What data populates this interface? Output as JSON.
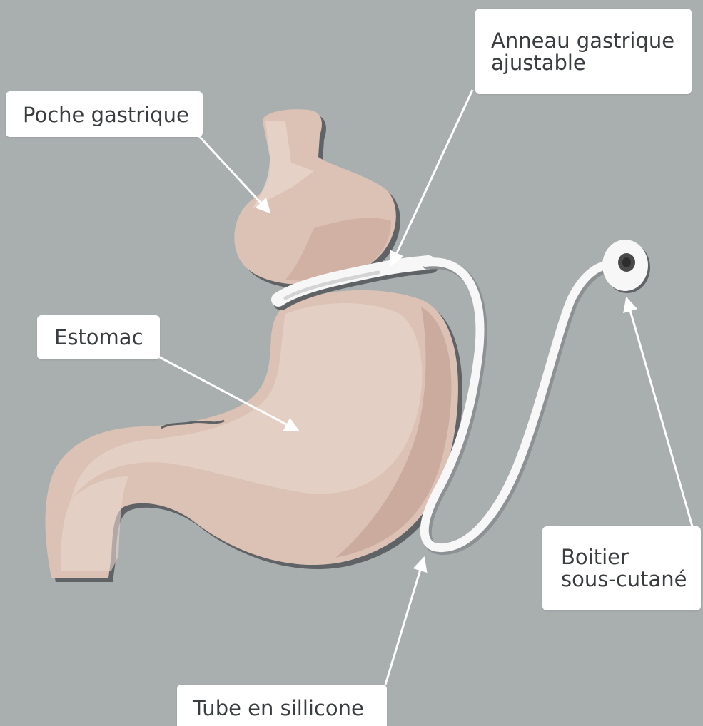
{
  "labels": {
    "poche": "Poche gastrique",
    "anneau": "Anneau gastrique\najustable",
    "estomac": "Estomac",
    "boitier": "Boitier\nsous-cutané",
    "tube": "Tube en sillicone"
  },
  "colors": {
    "background": "#a9aeaf",
    "stomach": "#dcc1b5",
    "stomach_shadow": "#c9a89b",
    "stomach_outline": "#5f6366",
    "device": "#f7f7f7",
    "arrow": "#ffffff"
  }
}
